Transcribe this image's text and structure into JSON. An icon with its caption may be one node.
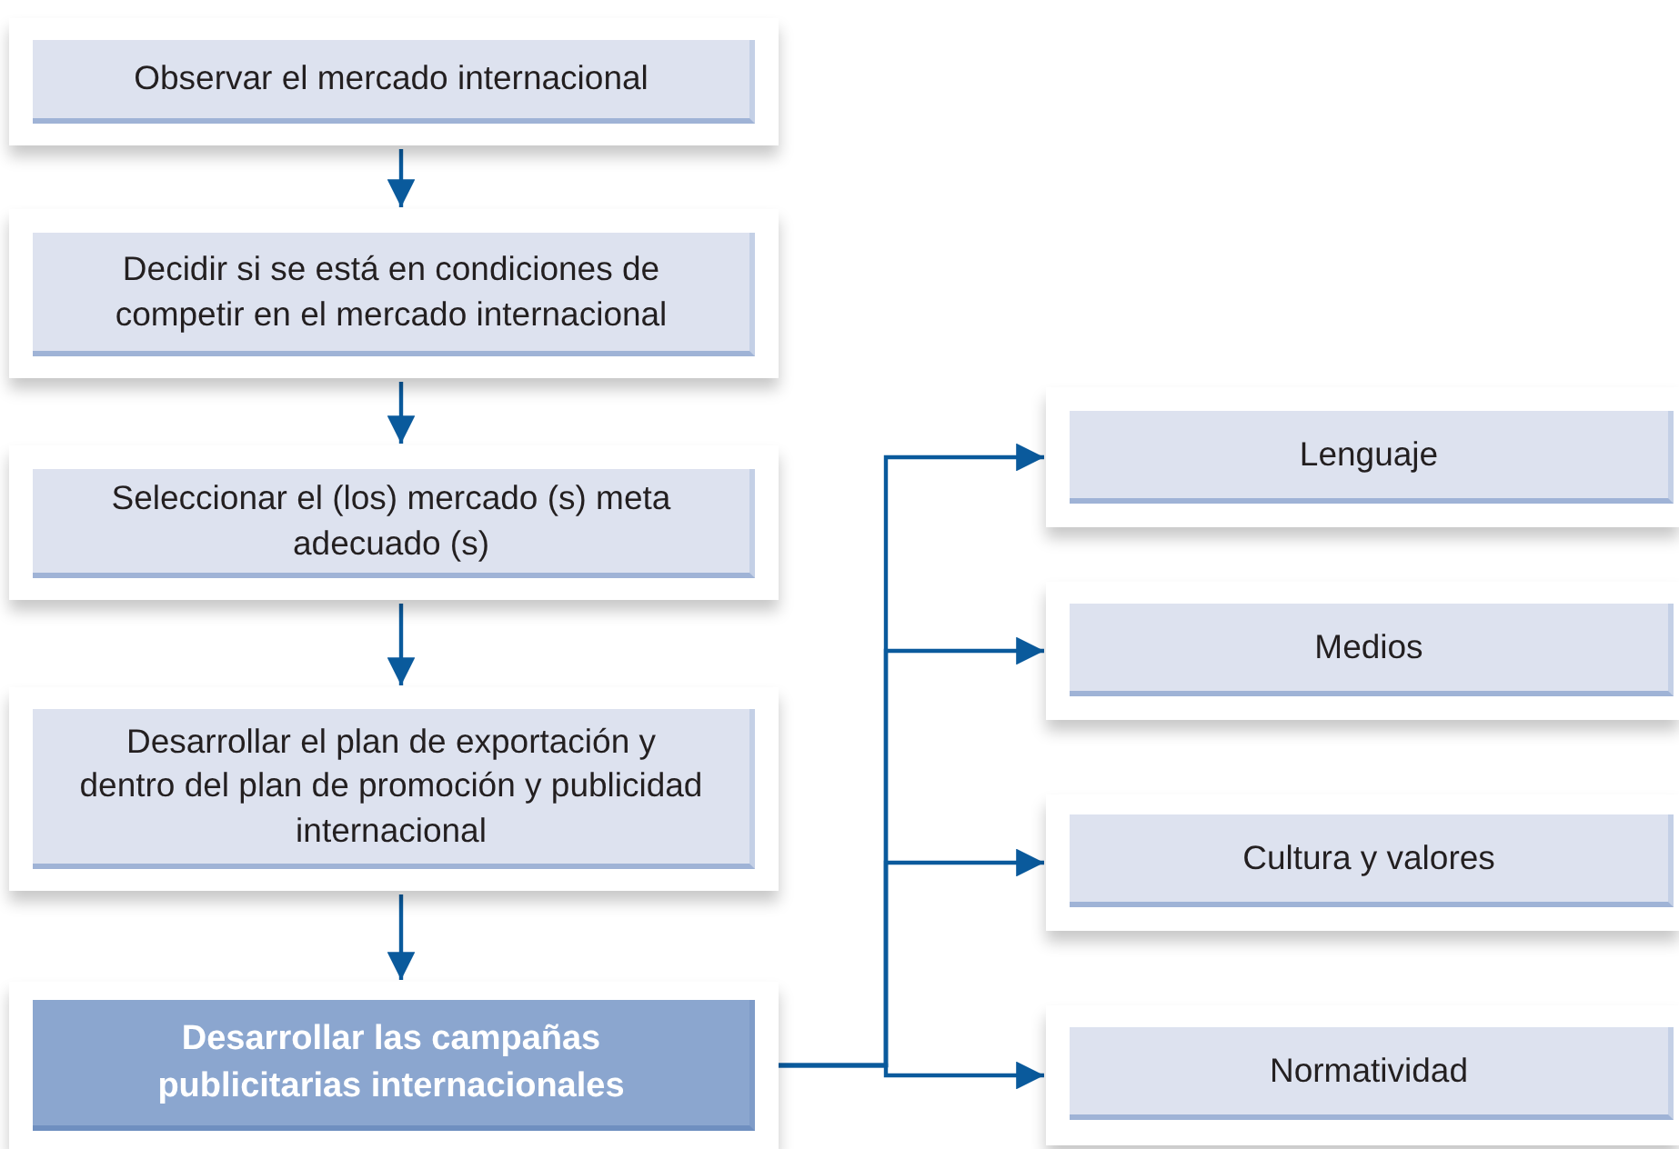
{
  "diagram": {
    "nodes": [
      {
        "text": [
          "Observar el mercado internacional"
        ]
      },
      {
        "text": [
          "Decidir si se está en condiciones de competir en el mercado internacional"
        ]
      },
      {
        "text": [
          "Seleccionar el (los) mercado (s) meta adecuado (s)"
        ]
      },
      {
        "text": [
          "Desarrollar el plan de exportación y dentro del plan de promoción y publicidad internacional"
        ]
      },
      {
        "text": [
          "Desarrollar las campañas publicitarias internacionales"
        ]
      },
      {
        "text": [
          "Lenguaje"
        ]
      },
      {
        "text": [
          "Medios"
        ]
      },
      {
        "text": [
          "Cultura y valores"
        ]
      },
      {
        "text": [
          "Normatividad"
        ]
      }
    ],
    "edges": [
      {
        "from": 0,
        "to": 1,
        "arrow": "to"
      },
      {
        "from": 1,
        "to": 2,
        "arrow": "to"
      },
      {
        "from": 2,
        "to": 3,
        "arrow": "to"
      },
      {
        "from": 3,
        "to": 4,
        "arrow": "to"
      },
      {
        "from": 4,
        "to": 5,
        "arrow": "to"
      },
      {
        "from": 4,
        "to": 6,
        "arrow": "to"
      },
      {
        "from": 4,
        "to": 7,
        "arrow": "to"
      },
      {
        "from": 4,
        "to": 8,
        "arrow": "to"
      }
    ]
  }
}
